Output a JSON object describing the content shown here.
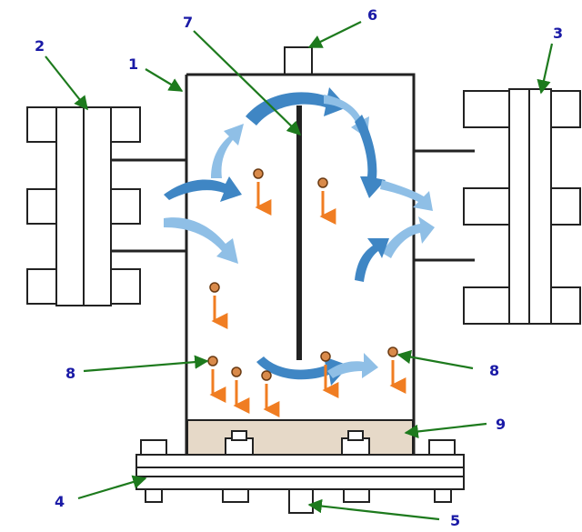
{
  "labels": {
    "n1": "1",
    "n2": "2",
    "n3": "3",
    "n4": "4",
    "n5": "5",
    "n6": "6",
    "n7": "7",
    "n8a": "8",
    "n8b": "8",
    "n9": "9"
  },
  "colors": {
    "label_text": "#1a1aa6",
    "leader_line": "#1d7a1d",
    "flow_light": "#8fbfe6",
    "flow_dark": "#3f86c4",
    "droplet": "#d98a4a",
    "droplet_arrow": "#f07d22",
    "filter_media": "#e6d9c8"
  }
}
